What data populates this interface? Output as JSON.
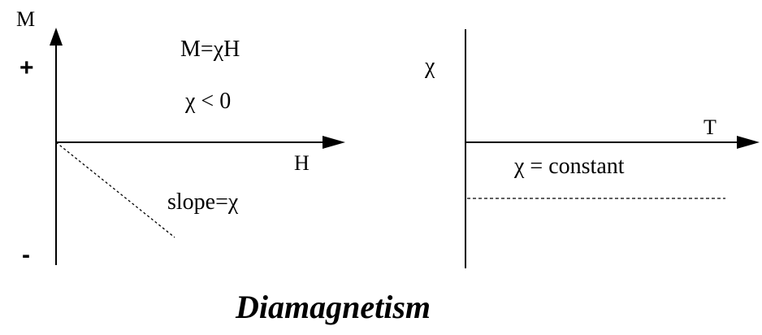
{
  "left_plot": {
    "y_axis_label": "M",
    "x_axis_label": "H",
    "plus_sign": "+",
    "minus_sign": "-",
    "equation": "M=χH",
    "condition": "χ < 0",
    "slope_label": "slope=χ"
  },
  "right_plot": {
    "y_axis_label": "χ",
    "x_axis_label": "T",
    "constant_label": "χ = constant"
  },
  "caption": "Diamagnetism",
  "colors": {
    "ink": "#000000",
    "background": "#ffffff"
  }
}
